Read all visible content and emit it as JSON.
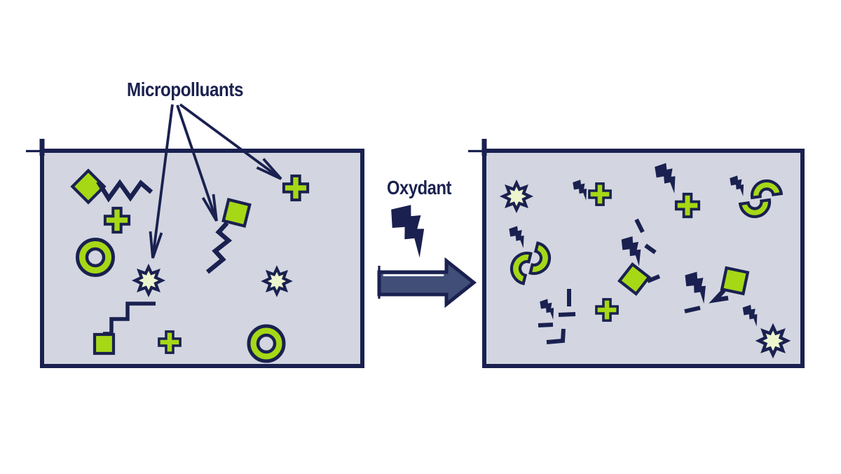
{
  "labels": {
    "micropolluants": "Micropolluants",
    "oxydant": "Oxydant"
  },
  "colors": {
    "navy": "#1a2150",
    "green": "#a6d816",
    "pale_green": "#edf5cf",
    "tank_fill": "#d3d6e0",
    "arrow_fill": "#414e78",
    "highlight": "#ffffff",
    "background": "#ffffff"
  },
  "diagram": {
    "type": "before-after water-treatment illustration",
    "left_tank": {
      "name": "water-with-micropollutants",
      "label": "Micropolluants",
      "pointer_arrows": 3,
      "shapes": [
        "green-diamond",
        "zigzag-chain",
        "green-cross",
        "green-ring",
        "pale-starburst",
        "green-square-with-zigzag-chain",
        "pale-starburst",
        "staircase-chain-with-green-square",
        "green-cross",
        "green-ring",
        "green-cross"
      ]
    },
    "process": {
      "label": "Oxydant",
      "icons": [
        "lightning-bolt-icon",
        "right-arrow-icon"
      ]
    },
    "right_tank": {
      "name": "water-after-oxidation",
      "shapes": [
        "pale-starburst",
        "bolt-striking-green-cross",
        "bolt-striking-green-cross",
        "bolt-striking-broken-green-ring",
        "bolt-striking-broken-green-ring",
        "bolt-with-chain-fragments",
        "green-cross",
        "bolt-striking-green-diamond-with-fragments",
        "bolt-striking-green-square-with-zigzag",
        "bolt-striking-pale-starburst"
      ]
    }
  }
}
